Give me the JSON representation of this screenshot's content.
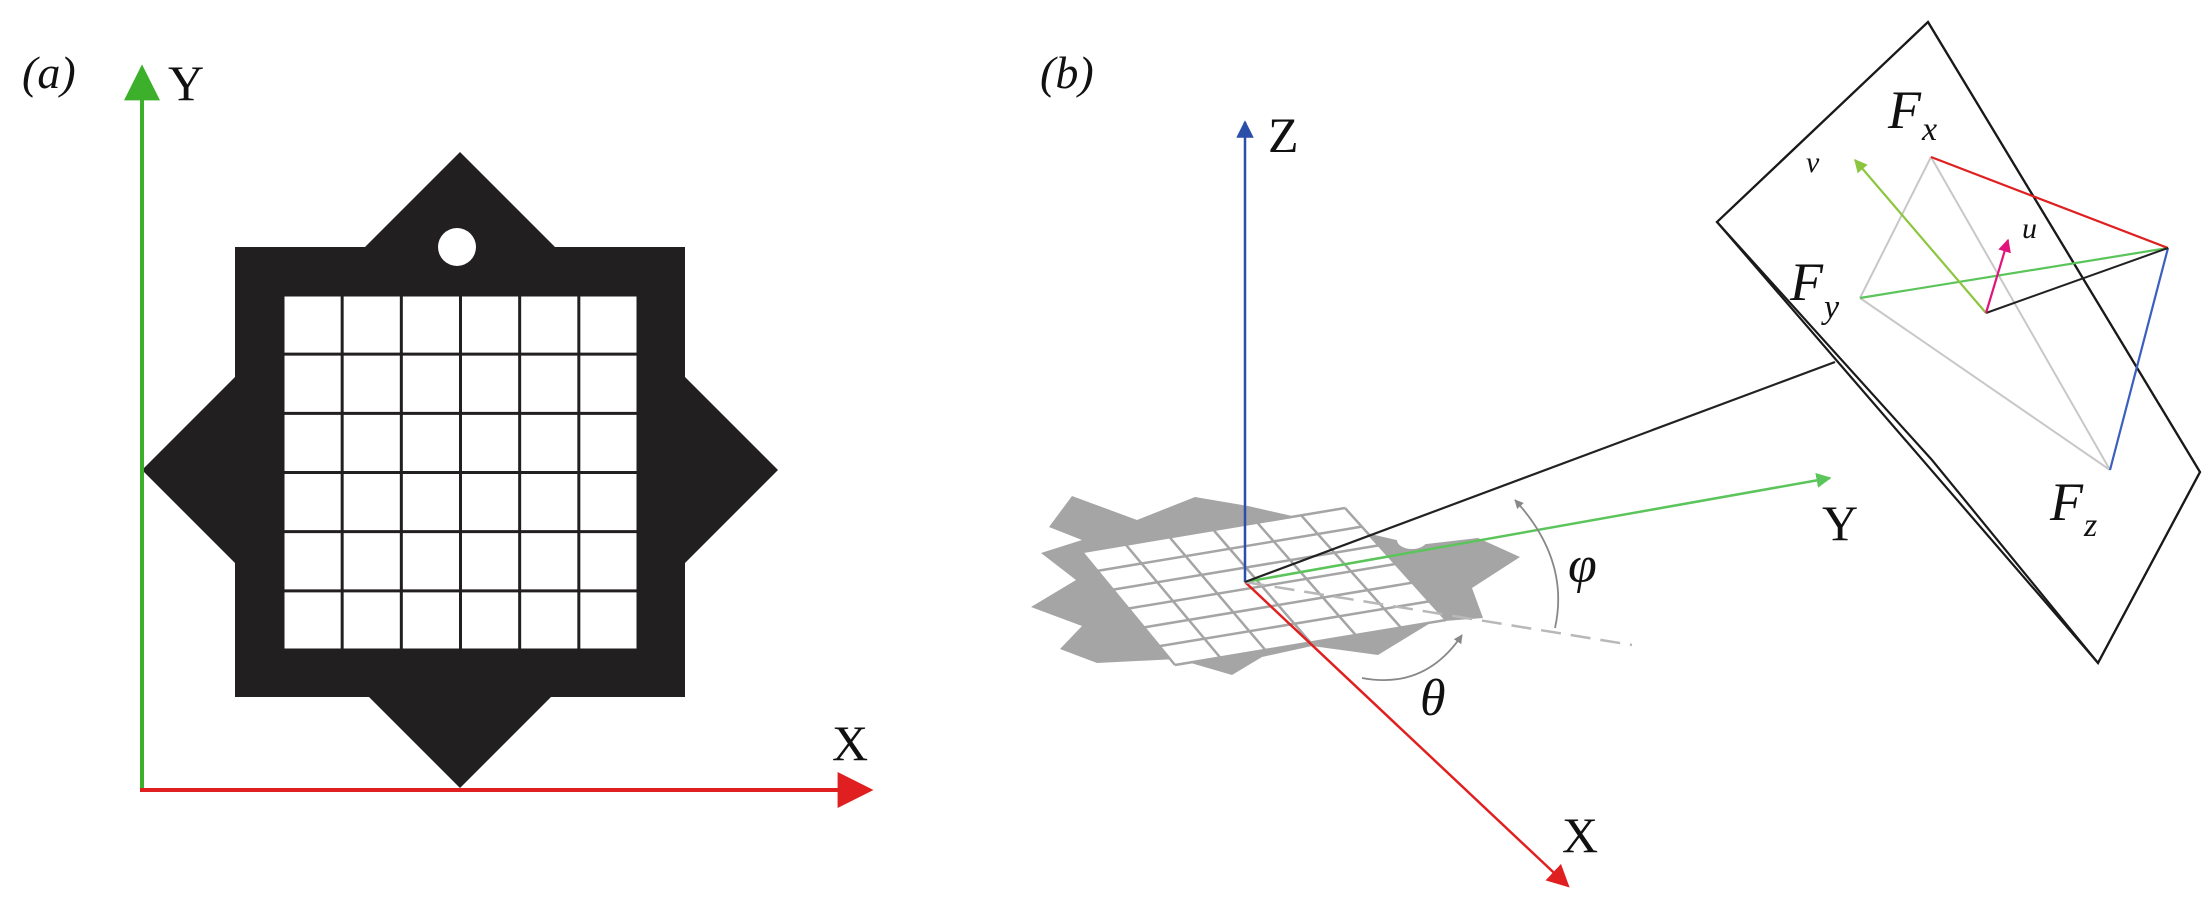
{
  "panel_a": {
    "label": "(a)",
    "y_axis_label": "Y",
    "x_axis_label": "X",
    "grid": {
      "rows": 6,
      "cols": 6
    }
  },
  "panel_b": {
    "label": "(b)",
    "z_axis_label": "Z",
    "y_axis_label": "Y",
    "x_axis_label": "X",
    "phi_label": "φ",
    "theta_label": "θ",
    "v_label": "v",
    "u_label": "u",
    "fx_label": "F",
    "fx_sub": "x",
    "fy_label": "F",
    "fy_sub": "y",
    "fz_label": "F",
    "fz_sub": "z"
  },
  "colors": {
    "x_axis": "#e02020",
    "y_axis": "#3cb02a",
    "z_axis": "#2a4fa8",
    "target_dark": "#221f20",
    "target_gray": "#a0a0a0",
    "fx_edge": "#e02020",
    "fz_edge": "#3a5fc0",
    "v_vector": "#8cc63f",
    "u_vector": "#e0147a",
    "fy_line": "#5bc45b"
  }
}
